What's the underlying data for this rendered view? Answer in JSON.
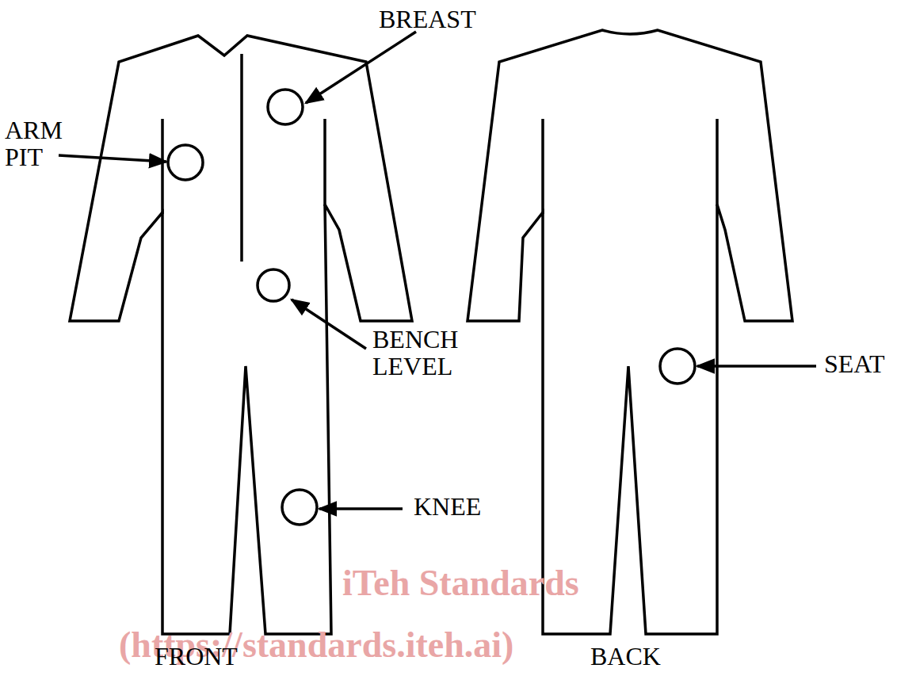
{
  "diagram": {
    "labels": [
      "BREAST",
      "ARM PIT",
      "BENCH LEVEL",
      "KNEE",
      "SEAT",
      "FRONT",
      "BACK",
      "iTeh Standards",
      "(https://standards.iteh.ai)"
    ]
  }
}
